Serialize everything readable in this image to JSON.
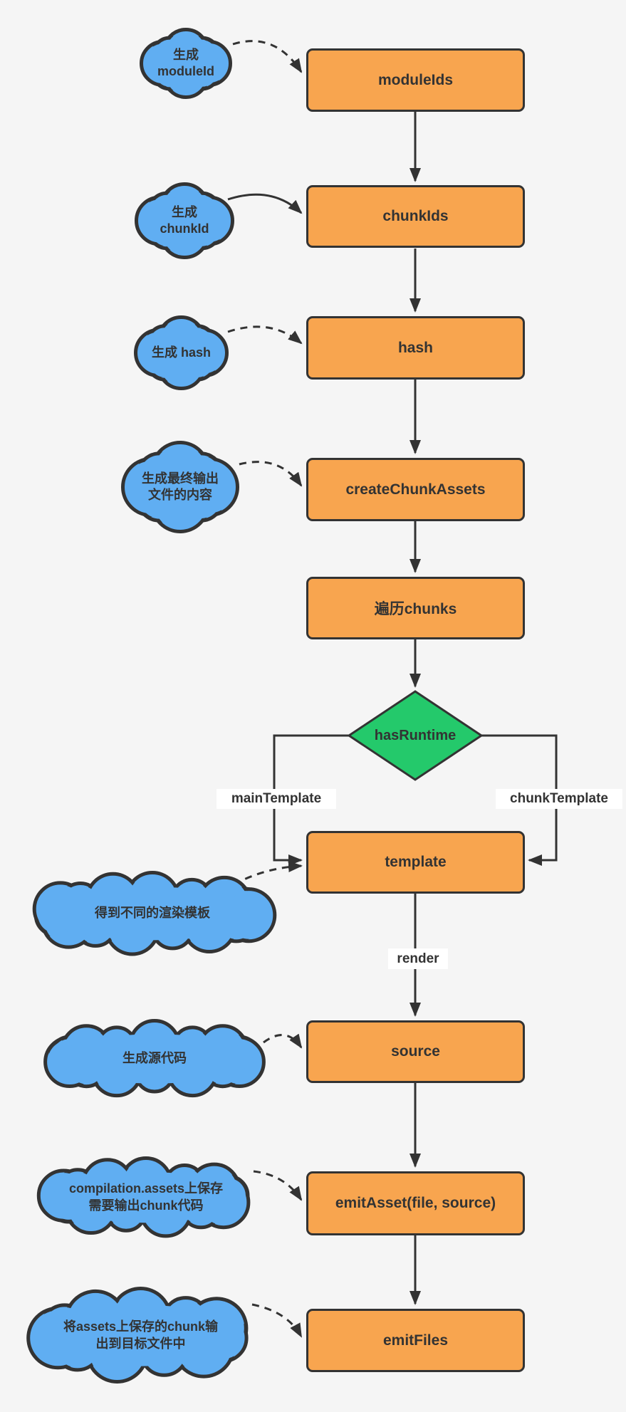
{
  "colors": {
    "background": "#f5f5f5",
    "box_fill": "#f8a54f",
    "decision_fill": "#24c96b",
    "cloud_fill": "#60aef2",
    "stroke": "#333333",
    "label_bg": "#ffffff"
  },
  "nodes": [
    {
      "id": "moduleIds",
      "label": "moduleIds"
    },
    {
      "id": "chunkIds",
      "label": "chunkIds"
    },
    {
      "id": "hash",
      "label": "hash"
    },
    {
      "id": "createChunkAssets",
      "label": "createChunkAssets"
    },
    {
      "id": "iterate-chunks",
      "label": "遍历chunks"
    },
    {
      "id": "template",
      "label": "template"
    },
    {
      "id": "source",
      "label": "source"
    },
    {
      "id": "emitAsset",
      "label": "emitAsset(file, source)"
    },
    {
      "id": "emitFiles",
      "label": "emitFiles"
    }
  ],
  "decision": {
    "label": "hasRuntime"
  },
  "edge_labels": {
    "main_template": "mainTemplate",
    "chunk_template": "chunkTemplate",
    "render": "render"
  },
  "clouds": [
    {
      "id": "note-moduleId",
      "text": "生成\nmoduleId"
    },
    {
      "id": "note-chunkId",
      "text": "生成\nchunkId"
    },
    {
      "id": "note-hash",
      "text": "生成 hash"
    },
    {
      "id": "note-chunkassets",
      "text": "生成最终输出\n文件的内容"
    },
    {
      "id": "note-template",
      "text": "得到不同的渲染模板"
    },
    {
      "id": "note-source",
      "text": "生成源代码"
    },
    {
      "id": "note-emitasset",
      "text": "compilation.assets上保存\n需要输出chunk代码"
    },
    {
      "id": "note-emitfiles",
      "text": "将assets上保存的chunk输\n出到目标文件中"
    }
  ]
}
